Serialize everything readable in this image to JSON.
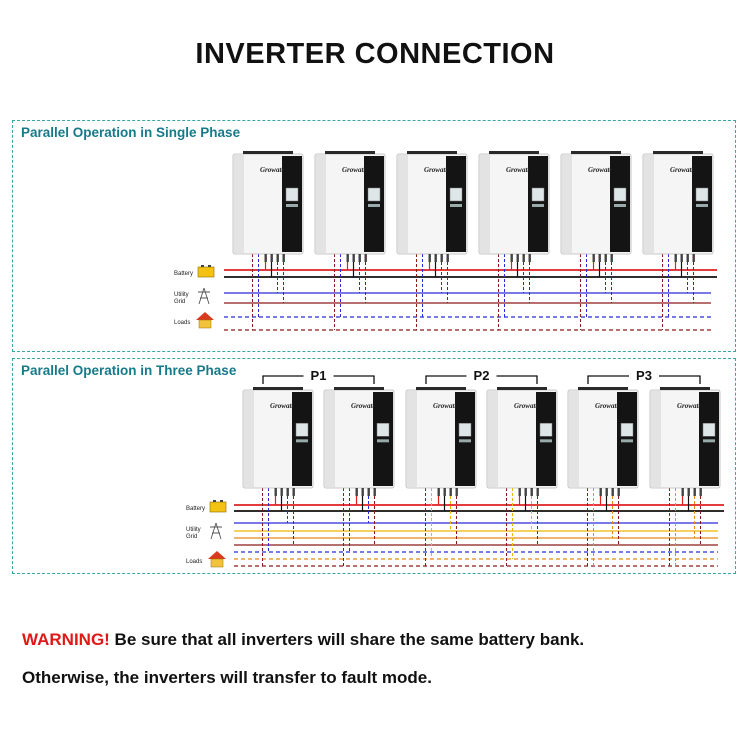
{
  "title": "INVERTER CONNECTION",
  "single_phase": {
    "title": "Parallel Operation in Single Phase",
    "inverter_count": 6,
    "labels": {
      "battery": "Battery",
      "utility": "Utility",
      "grid": "Grid",
      "loads": "Loads"
    }
  },
  "three_phase": {
    "title": "Parallel Operation in Three Phase",
    "inverter_count": 6,
    "groups": [
      "P1",
      "P2",
      "P3"
    ],
    "labels": {
      "battery": "Battery",
      "utility": "Utility",
      "grid": "Grid",
      "loads": "Loads"
    }
  },
  "brand": "Growatt",
  "warning": {
    "prefix": "WARNING!",
    "line1": " Be sure that all inverters will share the same battery bank.",
    "line2": "Otherwise, the inverters will transfer to fault mode."
  },
  "colors": {
    "panel_border": "#3aa6a6",
    "panel_title": "#157a8a",
    "warning_red": "#e01818",
    "battery_positive": "#e02020",
    "battery_negative": "#111111",
    "utility_line": "#2a2ad8",
    "load_line": "#8b1a1a",
    "phase_yellow": "#f0b400",
    "phase_orange": "#e88a1a"
  },
  "icons": [
    "battery-icon",
    "utility-tower-icon",
    "house-icon"
  ]
}
